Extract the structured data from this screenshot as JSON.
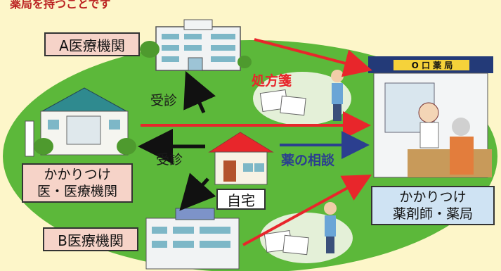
{
  "header_fragment": "薬局を持つことです",
  "institutions": {
    "a": "A医療機関",
    "b": "B医療機関",
    "kakaritsuke_line1": "かかりつけ",
    "kakaritsuke_line2": "医・医療機関"
  },
  "home": "自宅",
  "pharmacy": {
    "sign": "O 口 薬 局",
    "label_line1": "かかりつけ",
    "label_line2": "薬剤師・薬局"
  },
  "arrows": {
    "visit_a": "受診",
    "visit_main": "受診",
    "prescription": "処方箋",
    "consult": "薬の相談"
  },
  "colors": {
    "background": "#fdf6c9",
    "field": "#5cb83a",
    "prescription_arrow": "#e8262b",
    "consult_arrow": "#2b3f8f",
    "patient_arrow": "#111111"
  }
}
